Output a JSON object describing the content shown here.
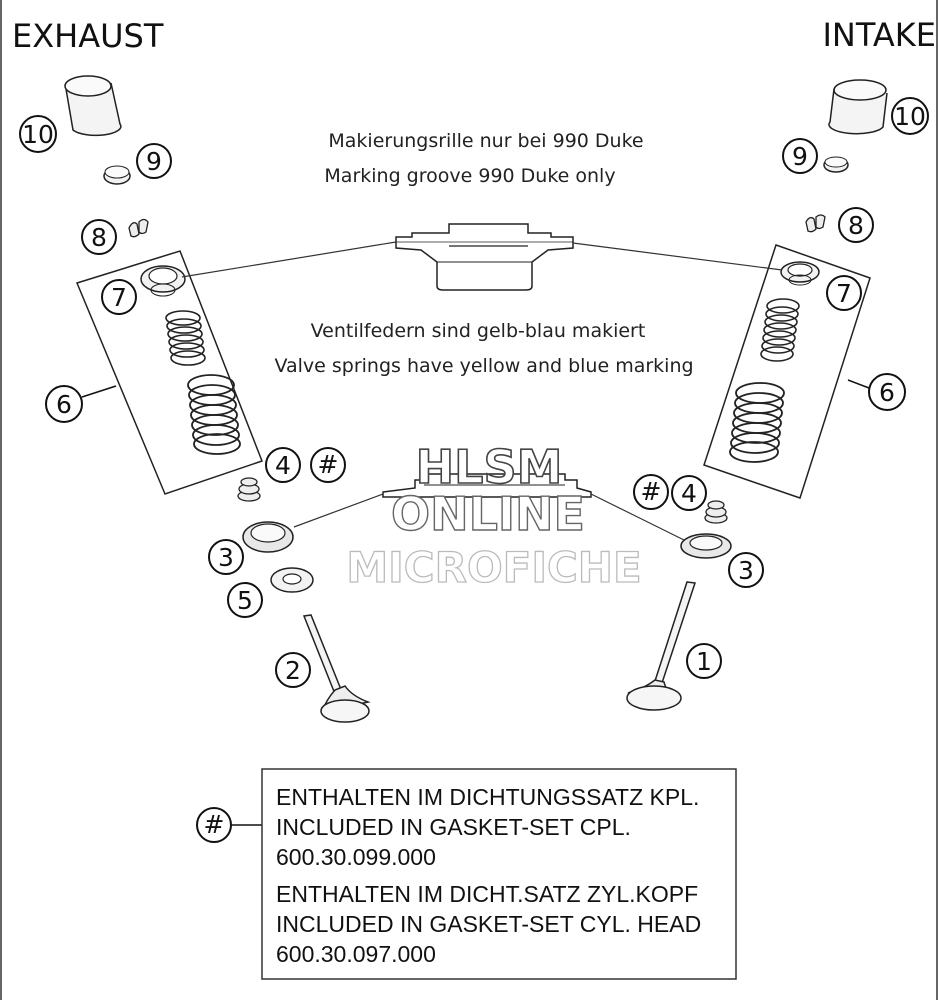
{
  "headings": {
    "exhaust": "EXHAUST",
    "intake": "INTAKE"
  },
  "notes": {
    "groove_de": "Makierungsrille nur bei 990 Duke",
    "groove_en": "Marking groove 990 Duke only",
    "springs_de": "Ventilfedern sind gelb-blau makiert",
    "springs_en": "Valve springs have yellow and blue marking"
  },
  "callouts": {
    "ex_10": "10",
    "ex_9": "9",
    "ex_8": "8",
    "ex_7": "7",
    "ex_6": "6",
    "ex_4": "4",
    "ex_hash": "#",
    "ex_3": "3",
    "ex_5": "5",
    "ex_2": "2",
    "in_10": "10",
    "in_9": "9",
    "in_8": "8",
    "in_7": "7",
    "in_6": "6",
    "in_hash": "#",
    "in_4": "4",
    "in_3": "3",
    "in_1": "1",
    "legend_hash": "#"
  },
  "watermark": {
    "line1": "HLSM",
    "line2": "ONLINE",
    "line3": "MICROFICHE"
  },
  "legend": {
    "line1": "ENTHALTEN IM DICHTUNGSSATZ KPL.",
    "line2": "INCLUDED IN GASKET-SET CPL.",
    "line3": "600.30.099.000",
    "line4": "ENTHALTEN IM DICHT.SATZ ZYL.KOPF",
    "line5": "INCLUDED IN GASKET-SET CYL. HEAD",
    "line6": "600.30.097.000"
  },
  "colors": {
    "ink": "#111111",
    "line": "#333333",
    "part_fill": "#eeeeee",
    "watermark_fill": "#ffffff",
    "watermark_stroke": "#777777"
  }
}
